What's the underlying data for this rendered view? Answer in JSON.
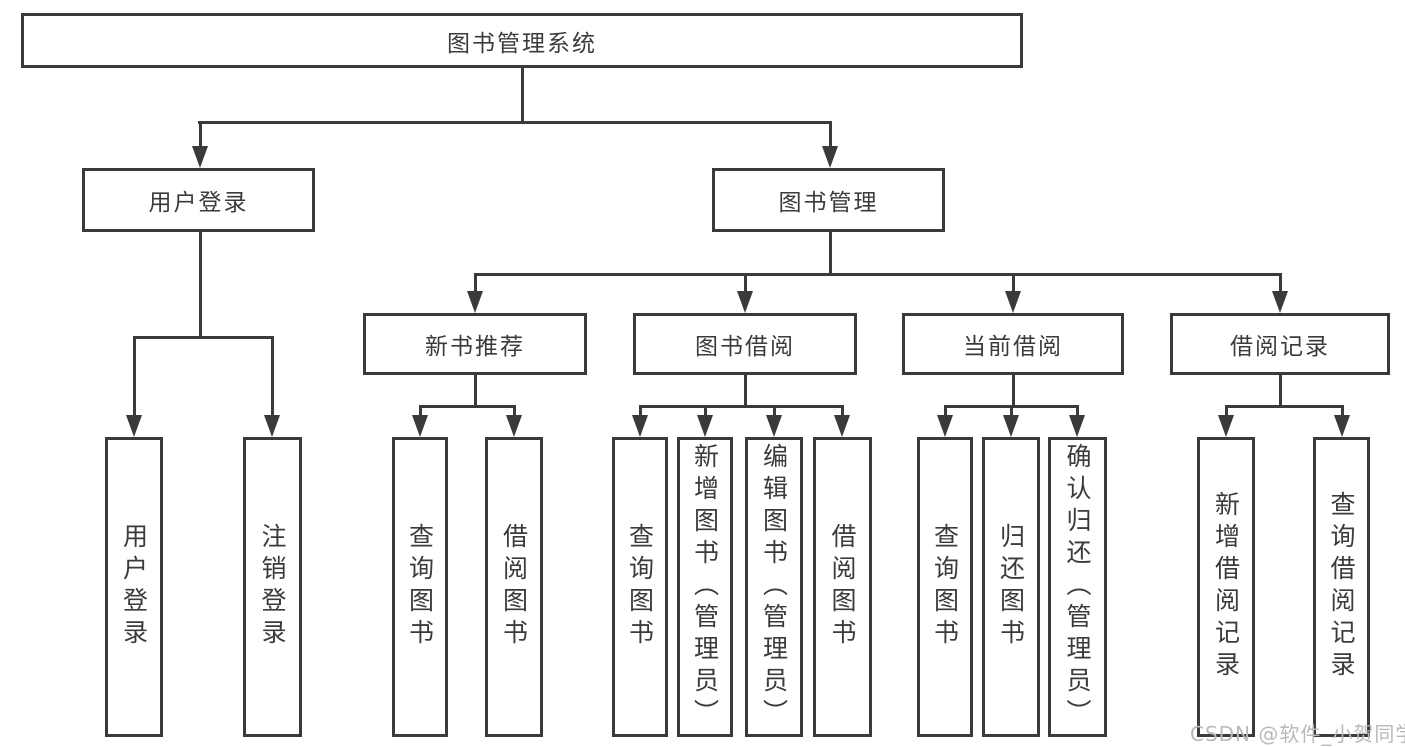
{
  "diagram_title": "图书管理系统",
  "nodes": {
    "root": "图书管理系统",
    "user_login": "用户登录",
    "book_mgmt": "图书管理",
    "new_book_rec": "新书推荐",
    "book_borrow": "图书借阅",
    "current_borrow": "当前借阅",
    "borrow_records": "借阅记录",
    "ul_user_login": "用户登录",
    "ul_logout": "注销登录",
    "nb_query_book": "查询图书",
    "nb_borrow_book": "借阅图书",
    "bb_query_book": "查询图书",
    "bb_add_book": "新增图书（管理员）",
    "bb_edit_book": "编辑图书（管理员）",
    "bb_borrow_book": "借阅图书",
    "cb_query_book": "查询图书",
    "cb_return_book": "归还图书",
    "cb_confirm_return": "确认归还（管理员）",
    "br_add_record": "新增借阅记录",
    "br_query_record": "查询借阅记录"
  },
  "watermark": "CSDN @软件_小贺同学",
  "colors": {
    "line": "#3a3a3a",
    "box_border": "#3a3a3a",
    "text": "#3b3b3b",
    "watermark": "#b9b9b9",
    "background": "#ffffff"
  }
}
